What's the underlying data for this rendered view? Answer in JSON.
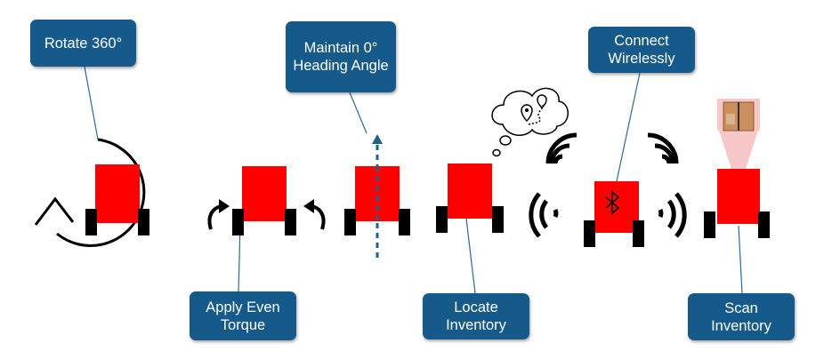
{
  "callouts": {
    "rotate": "Rotate 360°",
    "heading": "Maintain 0° Heading Angle",
    "connect": "Connect Wirelessly",
    "torque": "Apply Even Torque",
    "locate": "Locate Inventory",
    "scan": "Scan Inventory"
  },
  "icons": {
    "bluetooth": "bluetooth-icon",
    "wifi": "wireless-signal-icon",
    "thought": "thought-bubble-map-icon",
    "box": "inventory-box-icon",
    "rotate": "rotation-arrow-icon",
    "torque": "curved-arrow-icon"
  },
  "colors": {
    "callout_bg": "#155a8a",
    "robot_body": "#ff0000",
    "wheel": "#000000",
    "arrow": "#1f5f8f",
    "scan_beam": "#f7c8c8"
  }
}
